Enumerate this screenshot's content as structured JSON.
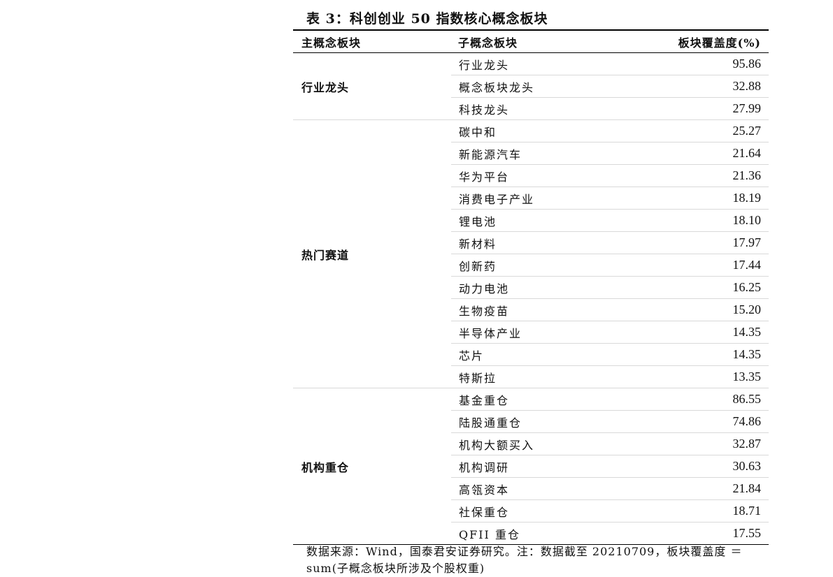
{
  "title": "表 3：科创创业 50 指数核心概念板块",
  "table": {
    "headers": [
      "主概念板块",
      "子概念板块",
      "板块覆盖度(%)"
    ],
    "groups": [
      {
        "main": "行业龙头",
        "rows": [
          {
            "sub": "行业龙头",
            "value": "95.86"
          },
          {
            "sub": "概念板块龙头",
            "value": "32.88"
          },
          {
            "sub": "科技龙头",
            "value": "27.99"
          }
        ]
      },
      {
        "main": "热门赛道",
        "rows": [
          {
            "sub": "碳中和",
            "value": "25.27"
          },
          {
            "sub": "新能源汽车",
            "value": "21.64"
          },
          {
            "sub": "华为平台",
            "value": "21.36"
          },
          {
            "sub": "消费电子产业",
            "value": "18.19"
          },
          {
            "sub": "锂电池",
            "value": "18.10"
          },
          {
            "sub": "新材料",
            "value": "17.97"
          },
          {
            "sub": "创新药",
            "value": "17.44"
          },
          {
            "sub": "动力电池",
            "value": "16.25"
          },
          {
            "sub": "生物疫苗",
            "value": "15.20"
          },
          {
            "sub": "半导体产业",
            "value": "14.35"
          },
          {
            "sub": "芯片",
            "value": "14.35"
          },
          {
            "sub": "特斯拉",
            "value": "13.35"
          }
        ]
      },
      {
        "main": "机构重仓",
        "rows": [
          {
            "sub": "基金重仓",
            "value": "86.55"
          },
          {
            "sub": "陆股通重仓",
            "value": "74.86"
          },
          {
            "sub": "机构大额买入",
            "value": "32.87"
          },
          {
            "sub": "机构调研",
            "value": "30.63"
          },
          {
            "sub": "高瓴资本",
            "value": "21.84"
          },
          {
            "sub": "社保重仓",
            "value": "18.71"
          },
          {
            "sub": "QFII 重仓",
            "value": "17.55"
          }
        ]
      }
    ]
  },
  "source": "数据来源：Wind，国泰君安证券研究。注：数据截至 20210709，板块覆盖度 ＝sum(子概念板块所涉及个股权重)"
}
